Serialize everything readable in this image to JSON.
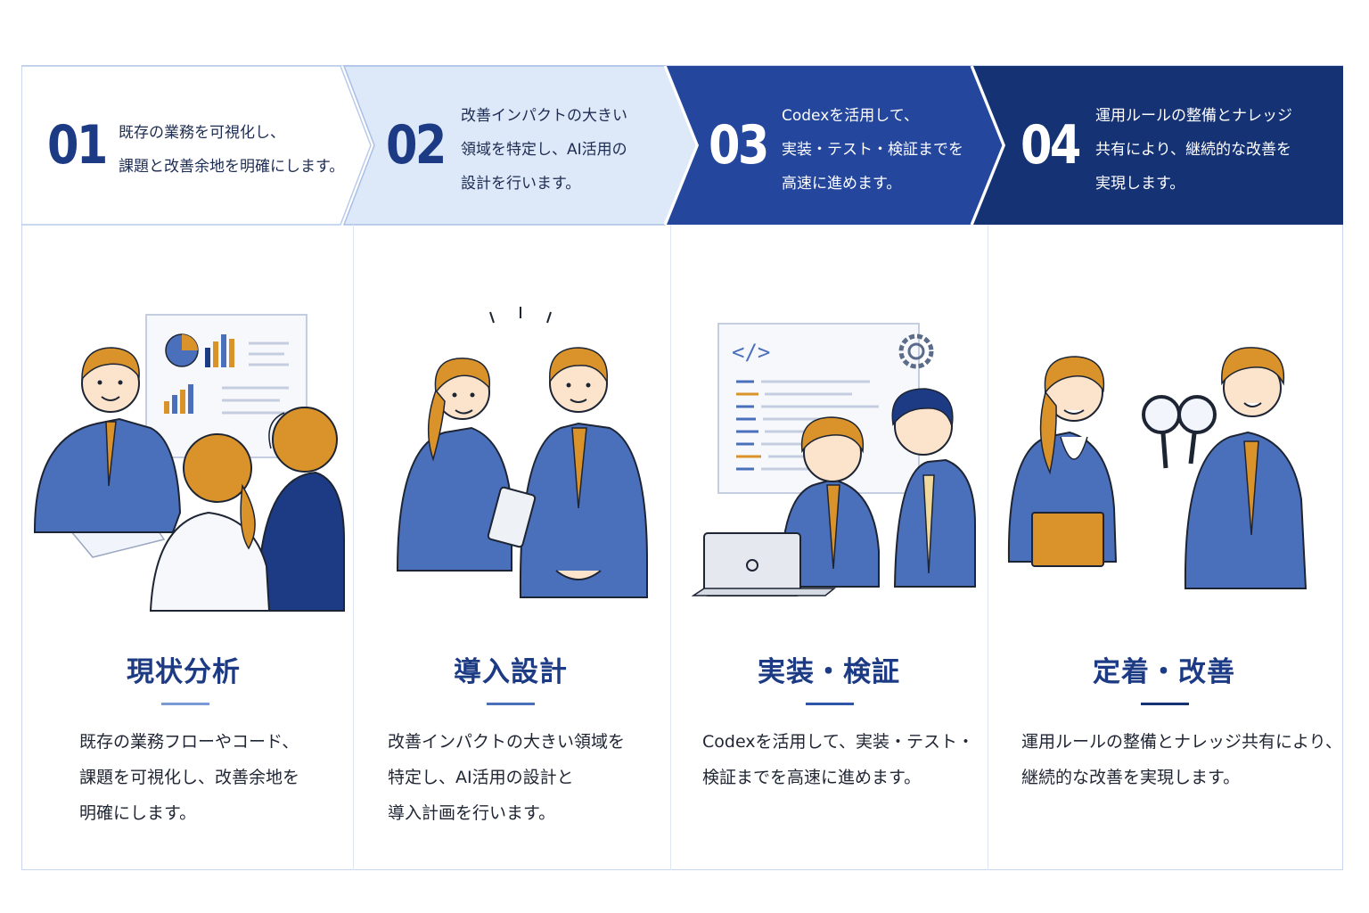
{
  "colors": {
    "step1_bg": "#ffffff",
    "step2_bg": "#dde8f8",
    "step3_bg": "#24469c",
    "step4_bg": "#143274",
    "title": "#1d3b84",
    "suit": "#4a70bb",
    "hair": "#d9932a"
  },
  "steps": [
    {
      "number": "01",
      "lines": [
        "既存の業務を可視化し、",
        "課題と改善余地を明確にします。"
      ]
    },
    {
      "number": "02",
      "lines": [
        "改善インパクトの大きい",
        "領域を特定し、AI活用の",
        "設計を行います。"
      ]
    },
    {
      "number": "03",
      "lines": [
        "Codexを活用して、",
        "実装・テスト・検証までを",
        "高速に進めます。"
      ]
    },
    {
      "number": "04",
      "lines": [
        "運用ルールの整備とナレッジ",
        "共有により、継続的な改善を",
        "実現します。"
      ]
    }
  ],
  "columns": [
    {
      "title": "現状分析",
      "illustration": "business-meeting-analysis-icon",
      "lines": [
        "既存の業務フローやコード、",
        "課題を可視化し、改善余地を",
        "明確にします。"
      ]
    },
    {
      "title": "導入設計",
      "illustration": "tablet-planning-icon",
      "lines": [
        "改善インパクトの大きい領域を",
        "特定し、AI活用の設計と",
        "導入計画を行います。"
      ]
    },
    {
      "title": "実装・検証",
      "illustration": "code-laptop-icon",
      "lines": [
        "Codexを活用して、実装・テスト・",
        "検証までを高速に進めます。"
      ]
    },
    {
      "title": "定着・改善",
      "illustration": "magnifier-review-icon",
      "lines": [
        "運用ルールの整備とナレッジ共有により、",
        "継続的な改善を実現します。"
      ]
    }
  ]
}
